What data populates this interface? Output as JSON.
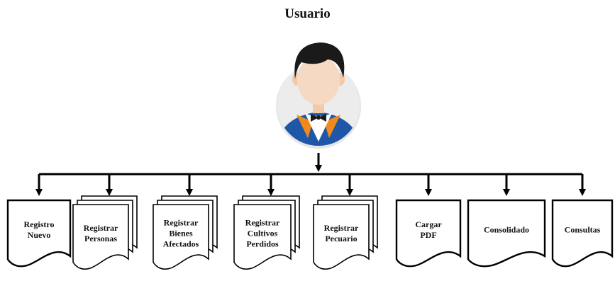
{
  "diagram": {
    "title": "Usuario",
    "user_icon": "user-avatar-icon",
    "colors": {
      "line": "#000000",
      "paper": "#ffffff",
      "vest": "#1f57a8",
      "collar": "#f08a1c",
      "hair": "#1a1a1a",
      "skin": "#f6d9c2"
    },
    "nodes": [
      {
        "id": "registro-nuevo",
        "lines": [
          "Registro",
          "Nuevo"
        ],
        "shape": "single-document"
      },
      {
        "id": "registrar-personas",
        "lines": [
          "Registrar",
          "Personas"
        ],
        "shape": "multi-document"
      },
      {
        "id": "registrar-bienes-afectados",
        "lines": [
          "Registrar",
          "Bienes",
          "Afectados"
        ],
        "shape": "multi-document"
      },
      {
        "id": "registrar-cultivos-perdidos",
        "lines": [
          "Registrar",
          "Cultivos",
          "Perdidos"
        ],
        "shape": "multi-document"
      },
      {
        "id": "registrar-pecuario",
        "lines": [
          "Registrar",
          "Pecuario"
        ],
        "shape": "multi-document"
      },
      {
        "id": "cargar-pdf",
        "lines": [
          "Cargar",
          "PDF"
        ],
        "shape": "single-document"
      },
      {
        "id": "consolidado",
        "lines": [
          "Consolidado"
        ],
        "shape": "single-document"
      },
      {
        "id": "consultas",
        "lines": [
          "Consultas"
        ],
        "shape": "single-document"
      }
    ],
    "edges": [
      {
        "from": "usuario",
        "to": "registro-nuevo"
      },
      {
        "from": "usuario",
        "to": "registrar-personas"
      },
      {
        "from": "usuario",
        "to": "registrar-bienes-afectados"
      },
      {
        "from": "usuario",
        "to": "registrar-cultivos-perdidos"
      },
      {
        "from": "usuario",
        "to": "registrar-pecuario"
      },
      {
        "from": "usuario",
        "to": "cargar-pdf"
      },
      {
        "from": "usuario",
        "to": "consolidado"
      },
      {
        "from": "usuario",
        "to": "consultas"
      }
    ]
  }
}
